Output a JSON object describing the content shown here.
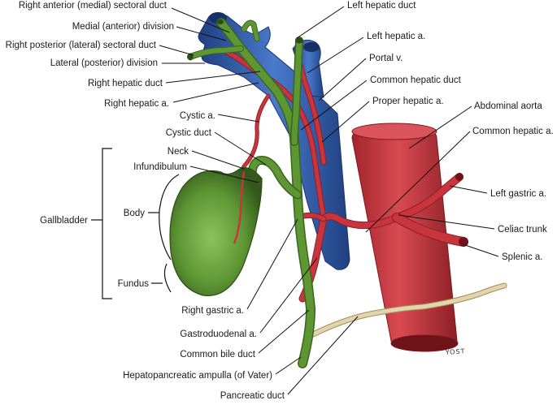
{
  "labels": {
    "right_anterior_sectoral_duct": "Right anterior (medial) sectoral duct",
    "medial_division": "Medial (anterior) division",
    "right_posterior_sectoral_duct": "Right posterior (lateral) sectoral duct",
    "lateral_division": "Lateral (posterior) division",
    "right_hepatic_duct": "Right hepatic duct",
    "right_hepatic_artery": "Right hepatic a.",
    "cystic_artery": "Cystic a.",
    "cystic_duct": "Cystic duct",
    "neck": "Neck",
    "infundibulum": "Infundibulum",
    "body": "Body",
    "gallbladder": "Gallbladder",
    "fundus": "Fundus",
    "right_gastric_artery": "Right gastric a.",
    "gastroduodenal_artery": "Gastroduodenal a.",
    "common_bile_duct": "Common bile duct",
    "hepatopancreatic_ampulla": "Hepatopancreatic ampulla (of Vater)",
    "pancreatic_duct": "Pancreatic duct",
    "left_hepatic_duct": "Left hepatic duct",
    "left_hepatic_artery": "Left hepatic a.",
    "portal_vein": "Portal v.",
    "common_hepatic_duct": "Common hepatic duct",
    "proper_hepatic_artery": "Proper hepatic a.",
    "abdominal_aorta": "Abdominal aorta",
    "common_hepatic_artery": "Common hepatic a.",
    "left_gastric_artery": "Left gastric a.",
    "celiac_trunk": "Celiac trunk",
    "splenic_artery": "Splenic a."
  },
  "signature": "YOST",
  "colors": {
    "artery": "#c8353f",
    "artery_dark": "#8e1f26",
    "vein": "#3462b3",
    "vein_dark": "#1f3f80",
    "bile": "#5e9634",
    "bile_dark": "#3a6520",
    "pancreatic_duct": "#d9c9a0"
  }
}
